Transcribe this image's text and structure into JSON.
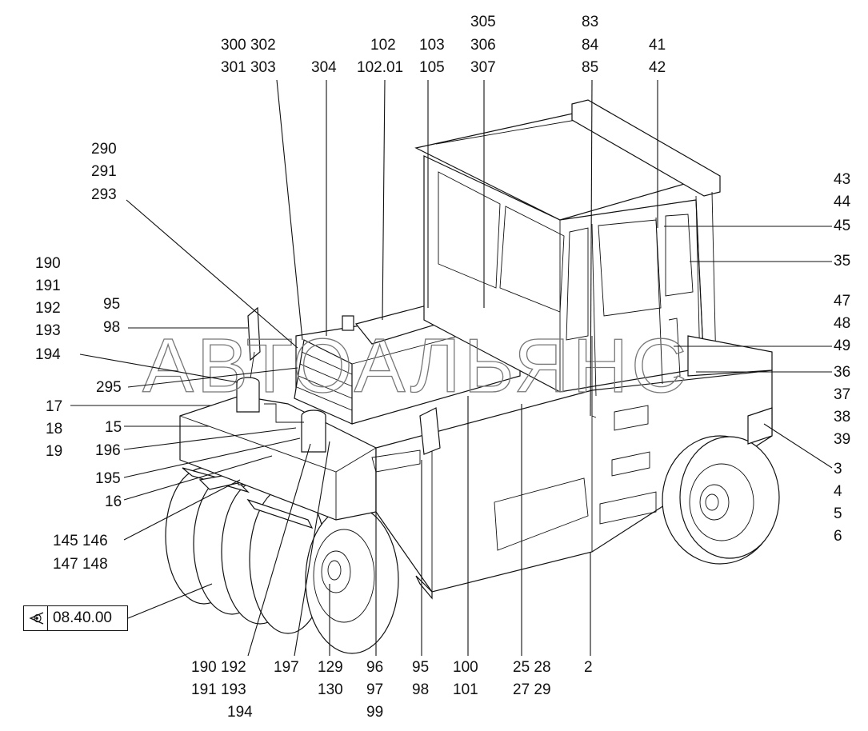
{
  "watermark": "АВТОАЛЬЯНС",
  "reference": {
    "icon": "eye-icon",
    "text": "08.40.00"
  },
  "callouts": [
    {
      "id": "c-300",
      "text": "300 302"
    },
    {
      "id": "c-301",
      "text": "301 303"
    },
    {
      "id": "c-304",
      "text": "304"
    },
    {
      "id": "c-102",
      "text": "102"
    },
    {
      "id": "c-10201",
      "text": "102.01"
    },
    {
      "id": "c-103",
      "text": "103"
    },
    {
      "id": "c-105",
      "text": "105"
    },
    {
      "id": "c-305",
      "text": "305"
    },
    {
      "id": "c-306",
      "text": "306"
    },
    {
      "id": "c-307",
      "text": "307"
    },
    {
      "id": "c-83",
      "text": "83"
    },
    {
      "id": "c-84",
      "text": "84"
    },
    {
      "id": "c-85",
      "text": "85"
    },
    {
      "id": "c-41",
      "text": "41"
    },
    {
      "id": "c-42",
      "text": "42"
    },
    {
      "id": "c-290",
      "text": "290"
    },
    {
      "id": "c-291",
      "text": "291"
    },
    {
      "id": "c-293",
      "text": "293"
    },
    {
      "id": "c-190",
      "text": "190"
    },
    {
      "id": "c-191",
      "text": "191"
    },
    {
      "id": "c-192",
      "text": "192"
    },
    {
      "id": "c-193",
      "text": "193"
    },
    {
      "id": "c-194",
      "text": "194"
    },
    {
      "id": "c-95a",
      "text": "95"
    },
    {
      "id": "c-98a",
      "text": "98"
    },
    {
      "id": "c-295",
      "text": "295"
    },
    {
      "id": "c-17",
      "text": "17"
    },
    {
      "id": "c-18",
      "text": "18"
    },
    {
      "id": "c-19",
      "text": "19"
    },
    {
      "id": "c-15",
      "text": "15"
    },
    {
      "id": "c-196",
      "text": "196"
    },
    {
      "id": "c-195",
      "text": "195"
    },
    {
      "id": "c-16",
      "text": "16"
    },
    {
      "id": "c-145",
      "text": "145 146"
    },
    {
      "id": "c-147",
      "text": "147 148"
    },
    {
      "id": "c-43",
      "text": "43"
    },
    {
      "id": "c-44",
      "text": "44"
    },
    {
      "id": "c-45",
      "text": "45"
    },
    {
      "id": "c-35",
      "text": "35"
    },
    {
      "id": "c-47",
      "text": "47"
    },
    {
      "id": "c-48",
      "text": "48"
    },
    {
      "id": "c-49",
      "text": "49"
    },
    {
      "id": "c-36",
      "text": "36"
    },
    {
      "id": "c-37",
      "text": "37"
    },
    {
      "id": "c-38",
      "text": "38"
    },
    {
      "id": "c-39",
      "text": "39"
    },
    {
      "id": "c-3",
      "text": "3"
    },
    {
      "id": "c-4",
      "text": "4"
    },
    {
      "id": "c-5",
      "text": "5"
    },
    {
      "id": "c-6",
      "text": "6"
    },
    {
      "id": "c-b190",
      "text": "190 192"
    },
    {
      "id": "c-b191",
      "text": "191 193"
    },
    {
      "id": "c-b194",
      "text": "194"
    },
    {
      "id": "c-197",
      "text": "197"
    },
    {
      "id": "c-129",
      "text": "129"
    },
    {
      "id": "c-130",
      "text": "130"
    },
    {
      "id": "c-96",
      "text": "96"
    },
    {
      "id": "c-97",
      "text": "97"
    },
    {
      "id": "c-99",
      "text": "99"
    },
    {
      "id": "c-95b",
      "text": "95"
    },
    {
      "id": "c-98b",
      "text": "98"
    },
    {
      "id": "c-100",
      "text": "100"
    },
    {
      "id": "c-101",
      "text": "101"
    },
    {
      "id": "c-25",
      "text": "25 28"
    },
    {
      "id": "c-27",
      "text": "27 29"
    },
    {
      "id": "c-2",
      "text": "2"
    }
  ]
}
